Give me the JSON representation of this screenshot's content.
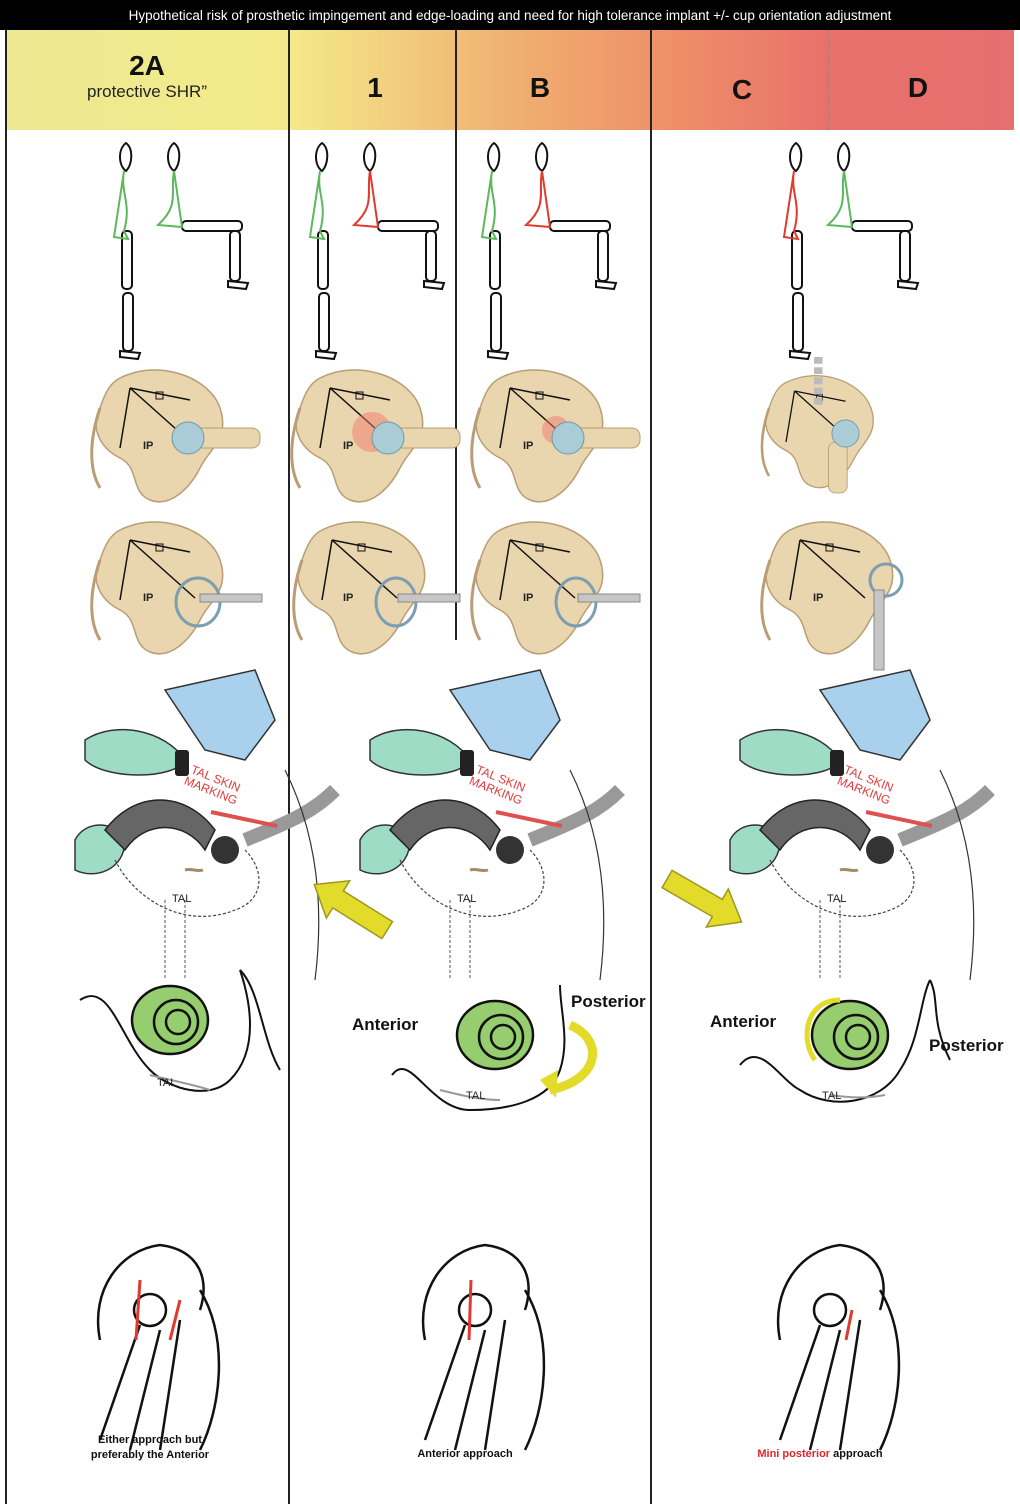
{
  "banner": "Hypothetical risk of prosthetic impingement and edge-loading and need for high tolerance implant +/- cup orientation adjustment",
  "columns": {
    "col_2a": {
      "title": "2A",
      "subtitle": "protective SHR”"
    },
    "col_1": {
      "title": "1"
    },
    "col_b": {
      "title": "B"
    },
    "col_c": {
      "title": "C"
    },
    "col_d": {
      "title": "D"
    }
  },
  "markings": {
    "ip": "IP",
    "tal": "TAL",
    "tal_skin_marking_line1": "TAL SKIN",
    "tal_skin_marking_line2": "MARKING"
  },
  "directions": {
    "anterior": "Anterior",
    "posterior": "Posterior"
  },
  "captions": {
    "col1_line1": "Either approach but",
    "col1_line2": "preferably the Anterior",
    "col2": "Anterior approach",
    "col3_red": "Mini posterior",
    "col3_rest": " approach"
  },
  "colors": {
    "header_yellow": "#ece992",
    "header_red": "#e66f6f",
    "limb_green": "#5bb85b",
    "limb_red": "#e0392e",
    "cup_green": "#8dc86a",
    "arrow_yellow": "#e3db2a",
    "glove_teal": "#9fdcc6",
    "drape_blue": "#a9d1ee",
    "bone_tan": "#e9d5ae"
  }
}
